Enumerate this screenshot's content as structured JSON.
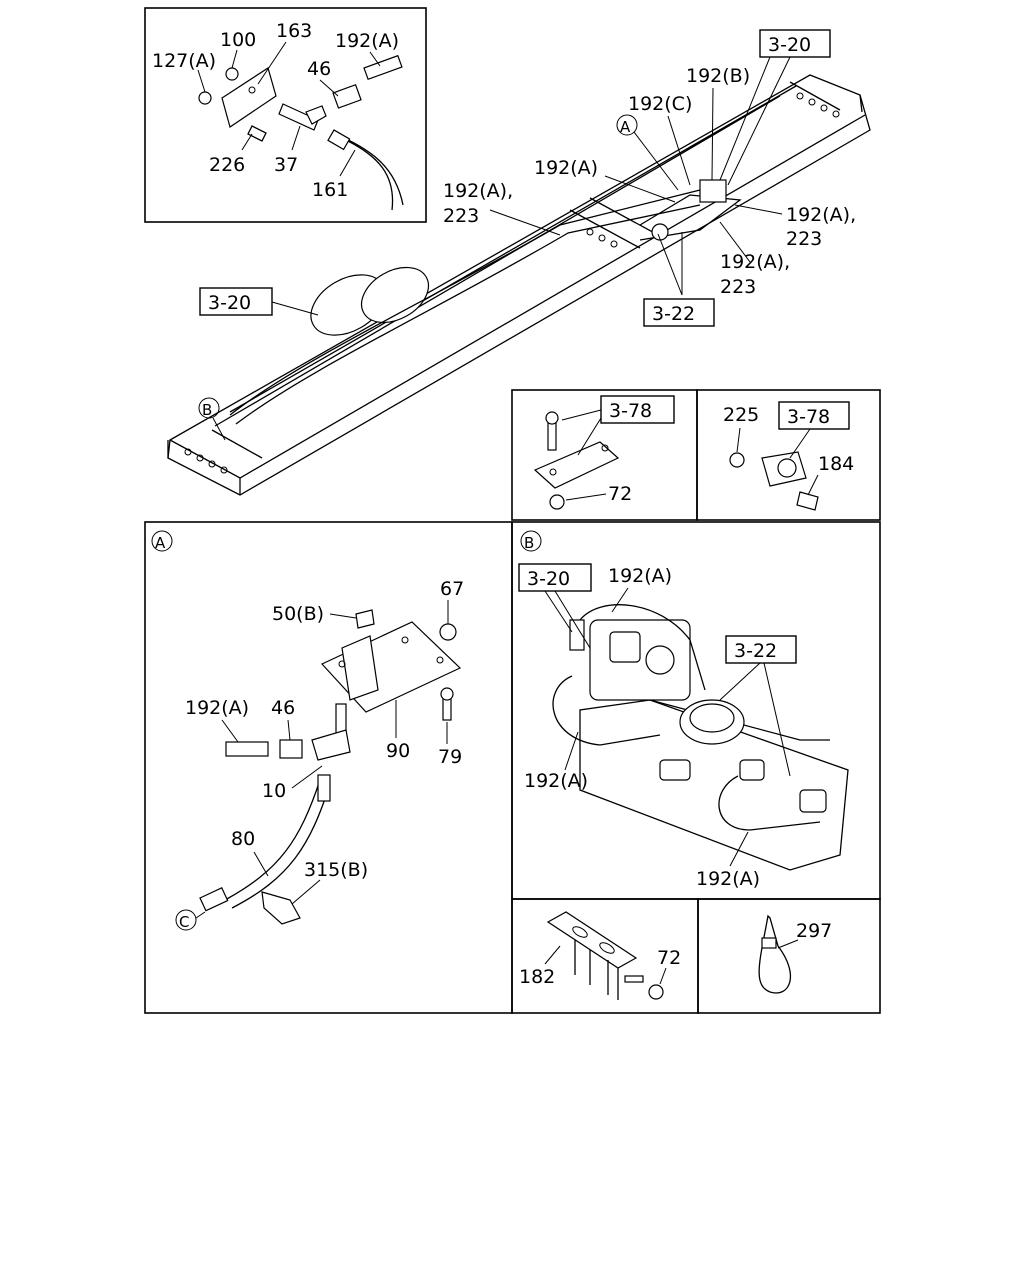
{
  "callouts": {
    "inset_top": [
      "127(A)",
      "100",
      "163",
      "192(A)",
      "46",
      "226",
      "37",
      "161"
    ],
    "main": [
      "192(B)",
      "192(C)",
      "192(A)",
      "192(A),",
      "223",
      "192(A),",
      "223",
      "192(A),",
      "223"
    ],
    "inset_bracket_left": [
      "72"
    ],
    "inset_bracket_right": [
      "225",
      "184"
    ],
    "detail_a": [
      "67",
      "50(B)",
      "192(A)",
      "46",
      "90",
      "79",
      "10",
      "80",
      "315(B)"
    ],
    "detail_b": [
      "192(A)",
      "192(A)",
      "192(A)"
    ],
    "inset_182": [
      "182",
      "72"
    ],
    "inset_297": [
      "297"
    ]
  },
  "refs": {
    "ref_3_20": "3-20",
    "ref_3_22": "3-22",
    "ref_3_78": "3-78"
  },
  "markers": {
    "a": "A",
    "b": "B",
    "c": "C"
  }
}
